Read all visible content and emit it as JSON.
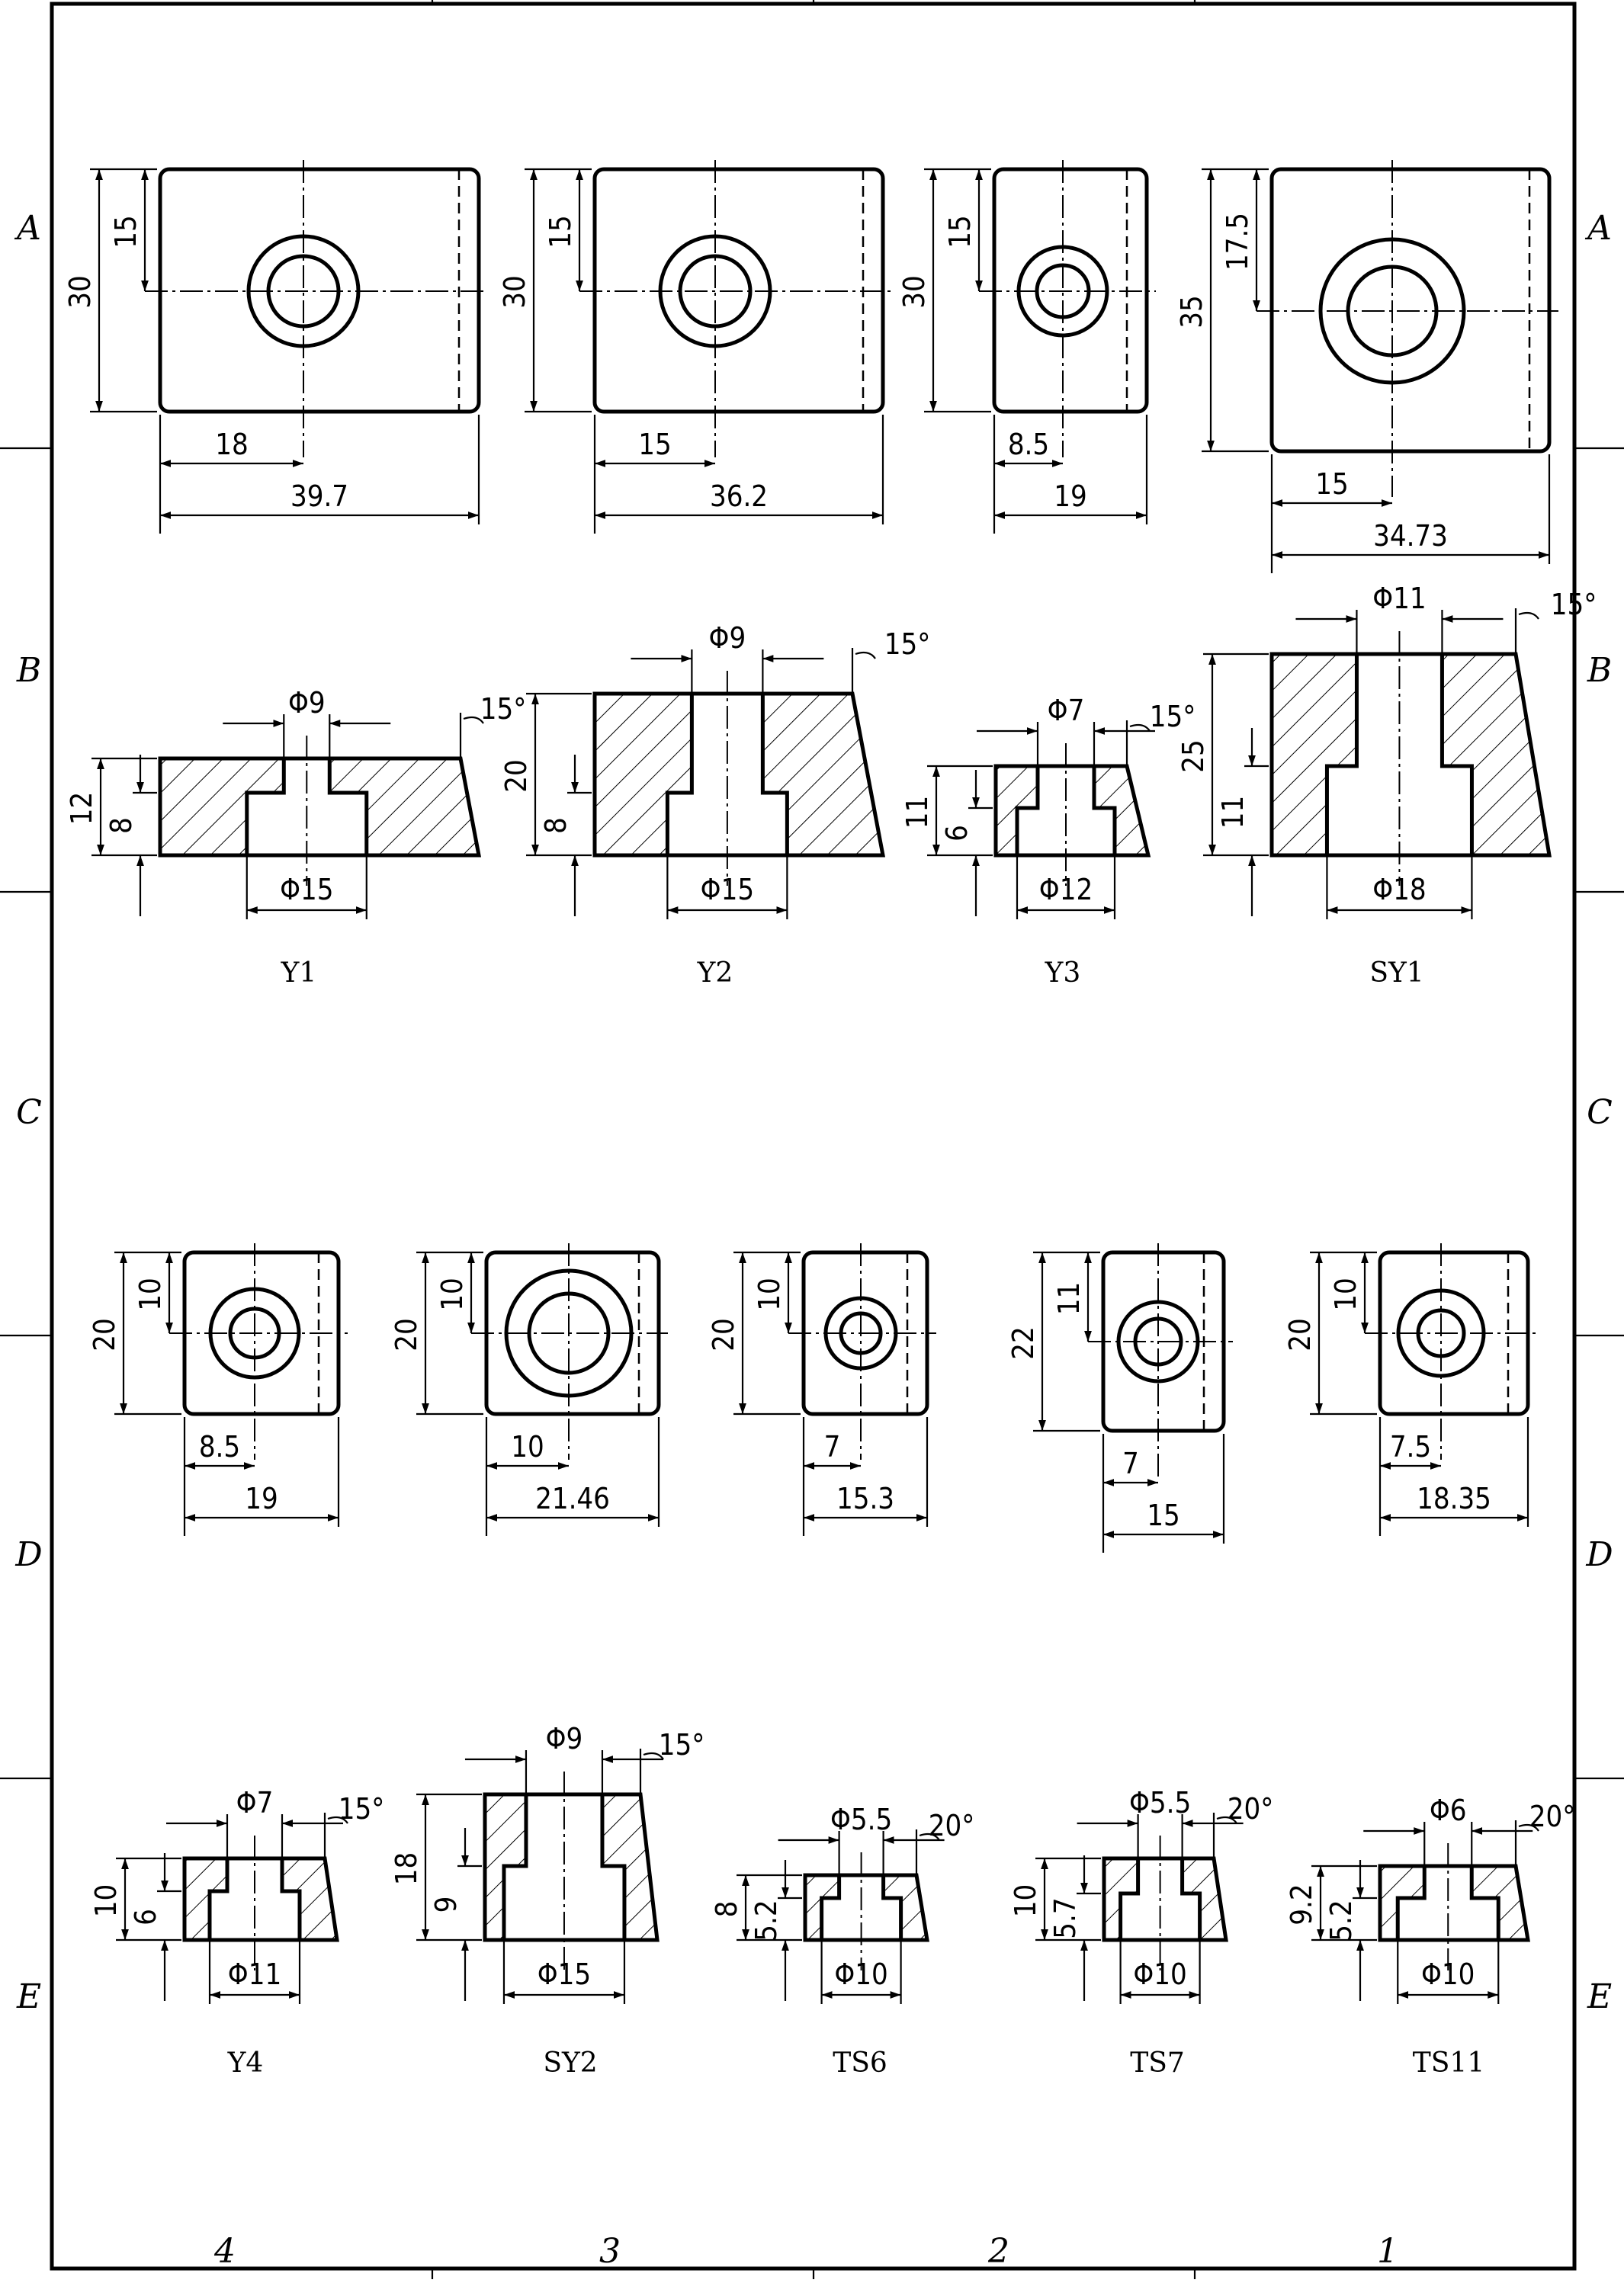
{
  "zones": {
    "rows": [
      "A",
      "B",
      "C",
      "D",
      "E"
    ],
    "cols": [
      "4",
      "3",
      "2",
      "1"
    ]
  },
  "parts": [
    {
      "id": "Y1",
      "caption": "Y1",
      "plan": {
        "height": "30",
        "half_height": "15",
        "center_offset": "18",
        "width": "39.7"
      },
      "section": {
        "top_dia": "Φ9",
        "bottom_dia": "Φ15",
        "height": "12",
        "step": "8",
        "angle": "15°"
      }
    },
    {
      "id": "Y2",
      "caption": "Y2",
      "plan": {
        "height": "30",
        "half_height": "15",
        "center_offset": "15",
        "width": "36.2"
      },
      "section": {
        "top_dia": "Φ9",
        "bottom_dia": "Φ15",
        "height": "20",
        "step": "8",
        "angle": "15°"
      }
    },
    {
      "id": "Y3",
      "caption": "Y3",
      "plan": {
        "height": "30",
        "half_height": "15",
        "center_offset": "8.5",
        "width": "19"
      },
      "section": {
        "top_dia": "Φ7",
        "bottom_dia": "Φ12",
        "height": "11",
        "step": "6",
        "angle": "15°"
      }
    },
    {
      "id": "SY1",
      "caption": "SY1",
      "plan": {
        "height": "35",
        "half_height": "17.5",
        "center_offset": "15",
        "width": "34.73"
      },
      "section": {
        "top_dia": "Φ11",
        "bottom_dia": "Φ18",
        "height": "25",
        "step": "11",
        "angle": "15°"
      }
    },
    {
      "id": "Y4",
      "caption": "Y4",
      "plan": {
        "height": "20",
        "half_height": "10",
        "center_offset": "8.5",
        "width": "19"
      },
      "section": {
        "top_dia": "Φ7",
        "bottom_dia": "Φ11",
        "height": "10",
        "step": "6",
        "angle": "15°"
      }
    },
    {
      "id": "SY2",
      "caption": "SY2",
      "plan": {
        "height": "20",
        "half_height": "10",
        "center_offset": "10",
        "width": "21.46"
      },
      "section": {
        "top_dia": "Φ9",
        "bottom_dia": "Φ15",
        "height": "18",
        "step": "9",
        "angle": "15°"
      }
    },
    {
      "id": "TS6",
      "caption": "TS6",
      "plan": {
        "height": "20",
        "half_height": "10",
        "center_offset": "7",
        "width": "15.3"
      },
      "section": {
        "top_dia": "Φ5.5",
        "bottom_dia": "Φ10",
        "height": "8",
        "step": "5.2",
        "angle": "20°"
      }
    },
    {
      "id": "TS7",
      "caption": "TS7",
      "plan": {
        "height": "22",
        "half_height": "11",
        "center_offset": "7",
        "width": "15"
      },
      "section": {
        "top_dia": "Φ5.5",
        "bottom_dia": "Φ10",
        "height": "10",
        "step": "5.7",
        "angle": "20°"
      }
    },
    {
      "id": "TS11",
      "caption": "TS11",
      "plan": {
        "height": "20",
        "half_height": "10",
        "center_offset": "7.5",
        "width": "18.35"
      },
      "section": {
        "top_dia": "Φ6",
        "bottom_dia": "Φ10",
        "height": "9.2",
        "step": "5.2",
        "angle": "20°"
      }
    }
  ]
}
